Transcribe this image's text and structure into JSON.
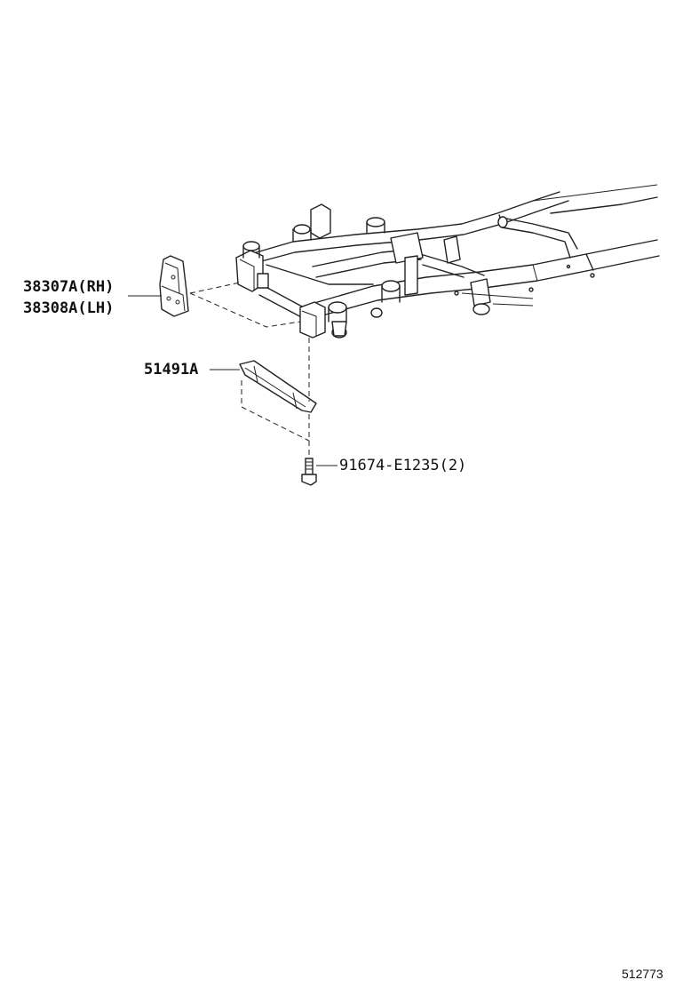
{
  "callouts": [
    {
      "id": "part-38307a",
      "text": "38307A(RH)"
    },
    {
      "id": "part-38308a",
      "text": "38308A(LH)"
    },
    {
      "id": "part-51491a",
      "text": "51491A"
    },
    {
      "id": "part-91674",
      "text": "91674-E1235(2)"
    }
  ],
  "figure_id": "512773"
}
